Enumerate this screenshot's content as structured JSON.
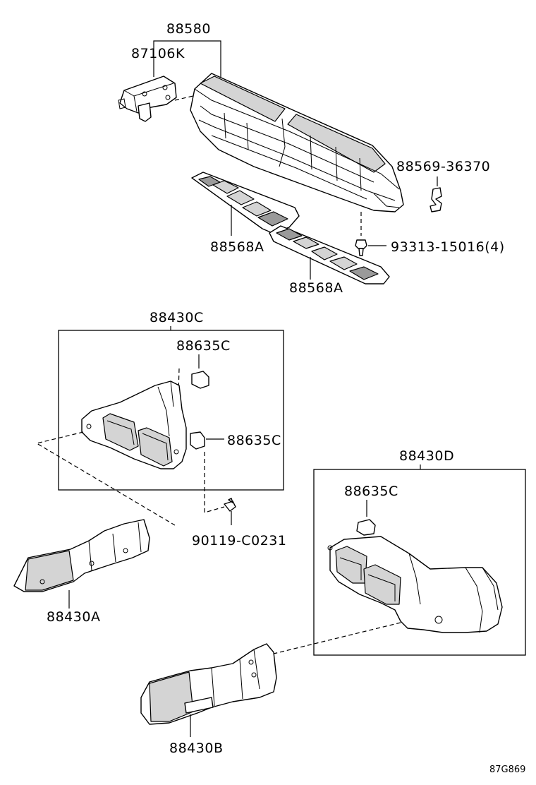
{
  "diagram_code": "87G869",
  "labels": {
    "p88580": "88580",
    "p87106k": "87106K",
    "p88569": "88569-36370",
    "p93313": "93313-15016(4)",
    "p88568a_1": "88568A",
    "p88568a_2": "88568A",
    "p88430c": "88430C",
    "p88635c_1": "88635C",
    "p88635c_2": "88635C",
    "p90119": "90119-C0231",
    "p88430a": "88430A",
    "p88430d": "88430D",
    "p88635c_3": "88635C",
    "p88430b": "88430B"
  }
}
